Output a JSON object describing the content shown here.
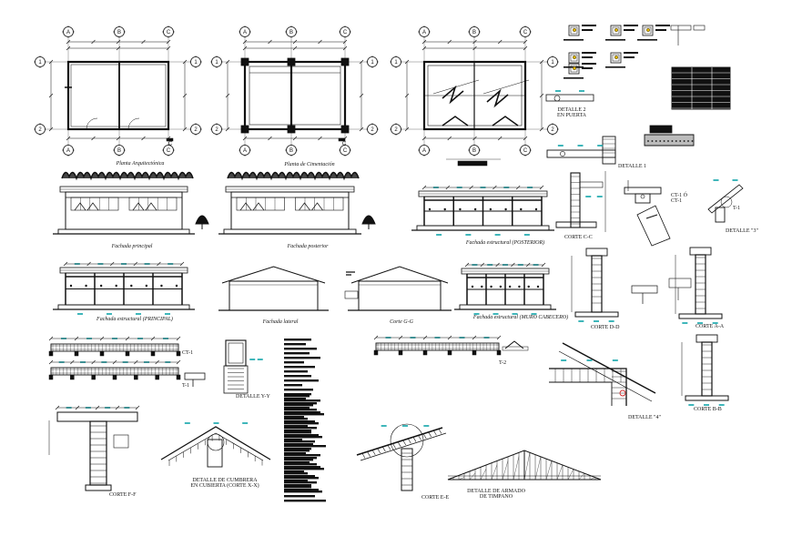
{
  "plans": {
    "plan1_title": "Planta Arquitectónica",
    "plan2_title": "Planta de Cimentación",
    "axis_letters": [
      "A",
      "B",
      "C"
    ],
    "axis_numbers": [
      "1",
      "2"
    ]
  },
  "elevations": {
    "principal": "Fachada principal",
    "posterior": "Fachada posterior",
    "estructural_posterior": "Fachada estructural (POSTERIOR)",
    "estructural_principal": "Fachada estructural (PRINCIPAL)",
    "lateral": "Fachada lateral",
    "corte_gg": "Corte G-G",
    "estructural_cabecero": "Fachada estructural (MURO CABECERO)"
  },
  "details": {
    "detalle_2": "DETALLE 2\nEN PUERTA",
    "detalle_1": "DETALLE 1",
    "ct1_top": "CT-1 Ó\nCT-1",
    "detalle_3": "DETALLE \"3\"",
    "t1_top": "T-1",
    "corte_cc": "CORTE C-C",
    "corte_dd": "CORTE D-D",
    "corte_aa": "CORTE A-A",
    "ct1": "CT-1",
    "t1": "T-1",
    "t2": "T-2",
    "detalle_yy": "DETALLE Y-Y",
    "detalle_4": "DETALLE \"4\"",
    "corte_bb": "CORTE B-B",
    "corte_ff": "CORTE F-F",
    "cumbrera": "DETALLE DE CUMBRERA\nEN CUBIERTA (CORTE X-X)",
    "corte_ee": "CORTE E-E",
    "timpano": "DETALLE DE ARMADO\nDE TIMPANO"
  },
  "colors": {
    "line": "#111111",
    "dim": "#0fa3a8",
    "accent": "#e5b800",
    "mark": "#d22b2b"
  }
}
